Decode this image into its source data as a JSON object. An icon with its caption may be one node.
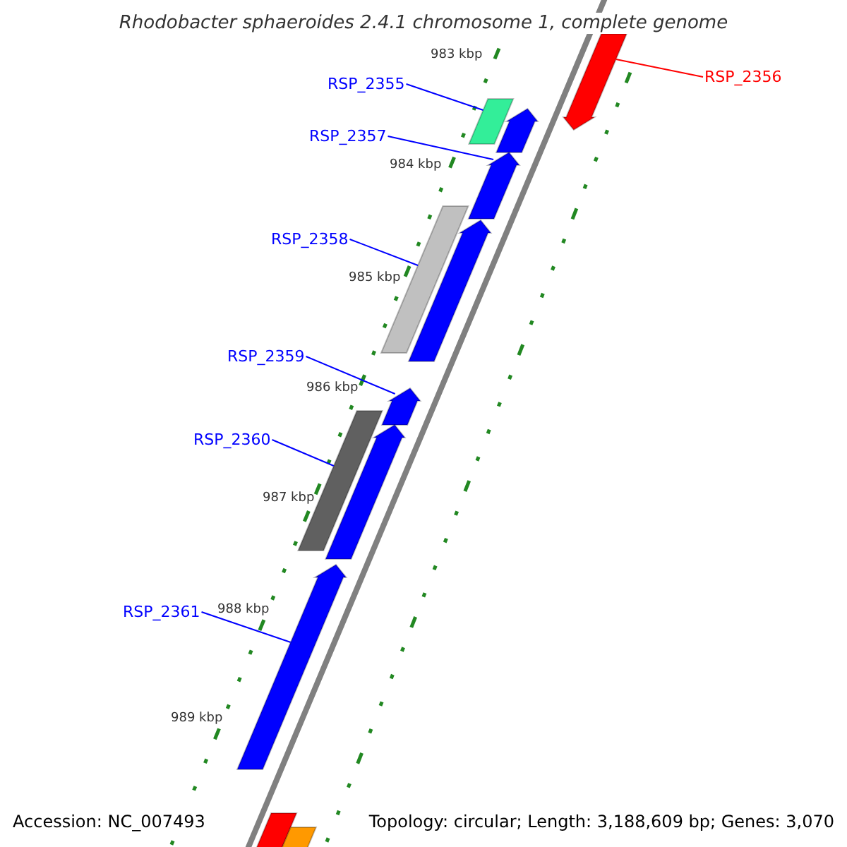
{
  "diagram": {
    "title": "Rhodobacter sphaeroides 2.4.1 chromosome 1, complete genome",
    "nodes": [
      {
        "text": [
          "RSP_2355"
        ]
      },
      {
        "text": [
          "RSP_2356"
        ]
      },
      {
        "text": [
          "RSP_2357"
        ]
      },
      {
        "text": [
          "RSP_2358"
        ]
      },
      {
        "text": [
          "RSP_2359"
        ]
      },
      {
        "text": [
          "RSP_2360"
        ]
      },
      {
        "text": [
          "RSP_2361"
        ]
      },
      {
        "text": [],
        "shape": "arrow"
      },
      {
        "text": [],
        "shape": "bar"
      },
      {
        "text": [],
        "shape": "arrow"
      },
      {
        "text": [],
        "shape": "arrow"
      },
      {
        "text": [],
        "shape": "bar"
      },
      {
        "text": [],
        "shape": "arrow"
      },
      {
        "text": [],
        "shape": "arrow"
      },
      {
        "text": [],
        "shape": "bar"
      },
      {
        "text": [],
        "shape": "arrow"
      },
      {
        "text": [],
        "shape": "arrow"
      },
      {
        "text": [],
        "shape": "bar"
      },
      {
        "text": [],
        "shape": "bar"
      }
    ],
    "edges": [
      {
        "from": 0,
        "to": 8,
        "arrow": "none"
      },
      {
        "from": 1,
        "to": 7,
        "arrow": "none",
        "color": "#ff0000"
      },
      {
        "from": 2,
        "to": 10,
        "arrow": "none"
      },
      {
        "from": 3,
        "to": 11,
        "arrow": "none"
      },
      {
        "from": 4,
        "to": 13,
        "arrow": "none"
      },
      {
        "from": 5,
        "to": 14,
        "arrow": "none"
      },
      {
        "from": 6,
        "to": 16,
        "arrow": "none"
      }
    ],
    "labels": [
      "983 kbp",
      "984 kbp",
      "985 kbp",
      "986 kbp",
      "987 kbp",
      "988 kbp",
      "989 kbp",
      "Accession: NC_007493",
      "Topology: circular; Length: 3,188,609 bp; Genes: 3,070"
    ]
  }
}
